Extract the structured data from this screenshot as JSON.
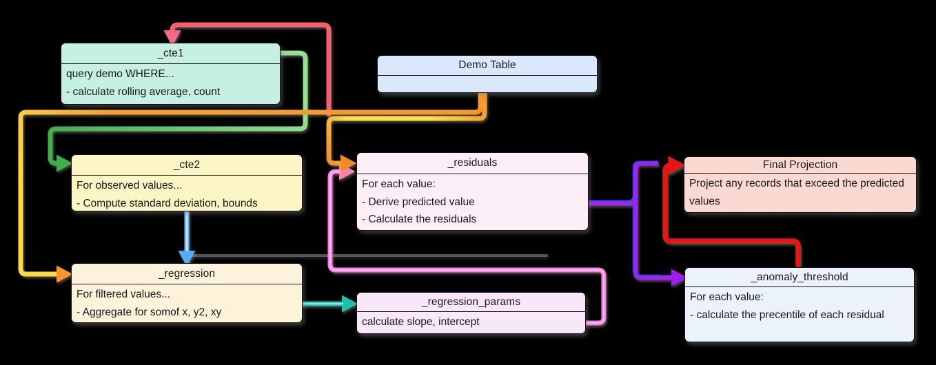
{
  "canvas": {
    "background": "#000000"
  },
  "boxes": {
    "cte1": {
      "title": "_cte1",
      "fill": "#c6f1e2",
      "lines": [
        "query demo WHERE...",
        "- calculate rolling average, count"
      ]
    },
    "demo_table": {
      "title": "Demo Table",
      "fill": "#d9e8fa",
      "lines": []
    },
    "cte2": {
      "title": "_cte2",
      "fill": "#fbf6c4",
      "lines": [
        "For observed values...",
        "- Compute standard deviation, bounds"
      ]
    },
    "residuals": {
      "title": "_residuals",
      "fill": "#fdeff8",
      "lines": [
        "For each value:",
        "- Derive predicted value",
        "- Calculate the residuals"
      ]
    },
    "final_projection": {
      "title": "Final Projection",
      "fill": "#fbd9d3",
      "lines": [
        "Project any records that exceed the predicted values"
      ]
    },
    "regression": {
      "title": "_regression",
      "fill": "#fcf3da",
      "lines": [
        "For filtered values...",
        "- Aggregate for somof x, y2, xy"
      ]
    },
    "regression_params": {
      "title": "_regression_params",
      "fill": "#f7e7f8",
      "lines": [
        "calculate slope, intercept"
      ]
    },
    "anomaly_threshold": {
      "title": "_anomaly_threshold",
      "fill": "#ebf2fb",
      "lines": [
        "For each value:",
        "- calculate the precentile of each residual"
      ]
    }
  },
  "arrows": [
    {
      "from": "canvas-loop",
      "to": "cte1",
      "color": "#fa5f6e",
      "head": "#f7698b"
    },
    {
      "from": "cte1",
      "to": "cte2",
      "start": "#94e08d",
      "end": "#3fae4b",
      "head": "#3fae4b"
    },
    {
      "from": "demo_table",
      "to": "regression",
      "start": "#f8962c",
      "mid": "#f9a02e",
      "tail": "#fcd944",
      "head": "#f8962c"
    },
    {
      "from": "demo_table",
      "to": "residuals",
      "start": "#f8962c",
      "mid": "#fbe04a",
      "head": "#f28b2a"
    },
    {
      "from": "cte2",
      "to": "regression",
      "color": "#6fbcf5",
      "inner": "#c3e3fb",
      "head": "#55acf2"
    },
    {
      "from": "regression",
      "to": "regression_params",
      "color": "#1fc0ab",
      "inner": "#8feadb",
      "head": "#1fc0ab"
    },
    {
      "from": "regression_params",
      "to": "residuals",
      "color": "#f97ce1",
      "inner": "#fdbaf0",
      "head": "#f884a9"
    },
    {
      "from": "residuals",
      "to": "final_projection_and_anomaly_threshold",
      "color": "#a224f2",
      "accent": "#4b43f0",
      "head": "#9c1bf0"
    },
    {
      "from": "anomaly_threshold",
      "to": "final_projection",
      "color": "#e41217",
      "head": "#e41217"
    },
    {
      "from": "shadow-line",
      "to": "shadow-line",
      "color": "#98a0b0"
    }
  ]
}
